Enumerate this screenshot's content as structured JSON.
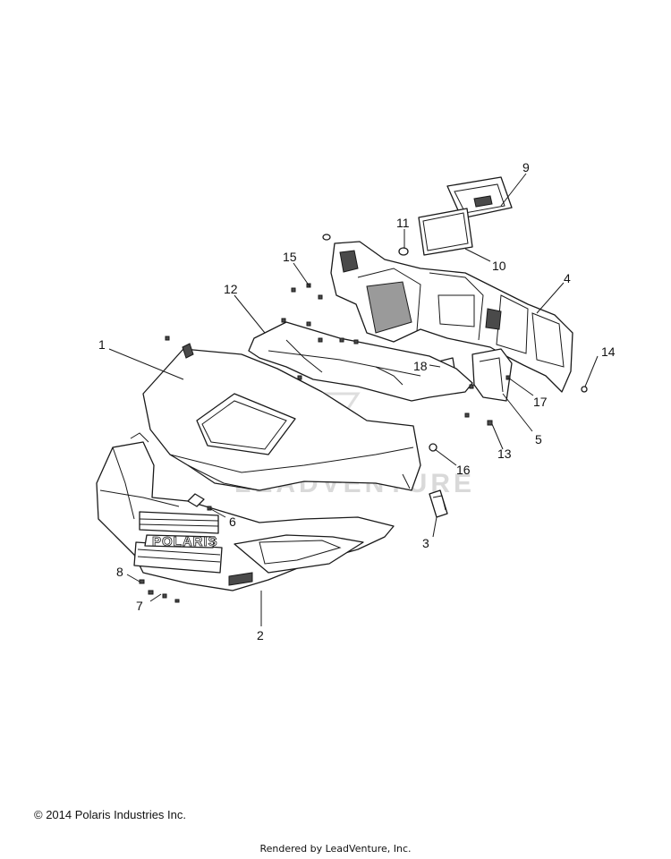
{
  "callouts": {
    "c1": "1",
    "c2": "2",
    "c3": "3",
    "c4": "4",
    "c5": "5",
    "c6": "6",
    "c7": "7",
    "c8": "8",
    "c9": "9",
    "c10": "10",
    "c11": "11",
    "c12": "12",
    "c13": "13",
    "c14": "14",
    "c15": "15",
    "c16": "16",
    "c17": "17",
    "c18": "18"
  },
  "logo_text": "POLARIS",
  "watermark_text": "LEADVENTURE",
  "footer": {
    "copyright": "© 2014 Polaris Industries Inc.",
    "rendered_by": "Rendered by LeadVenture, Inc."
  }
}
